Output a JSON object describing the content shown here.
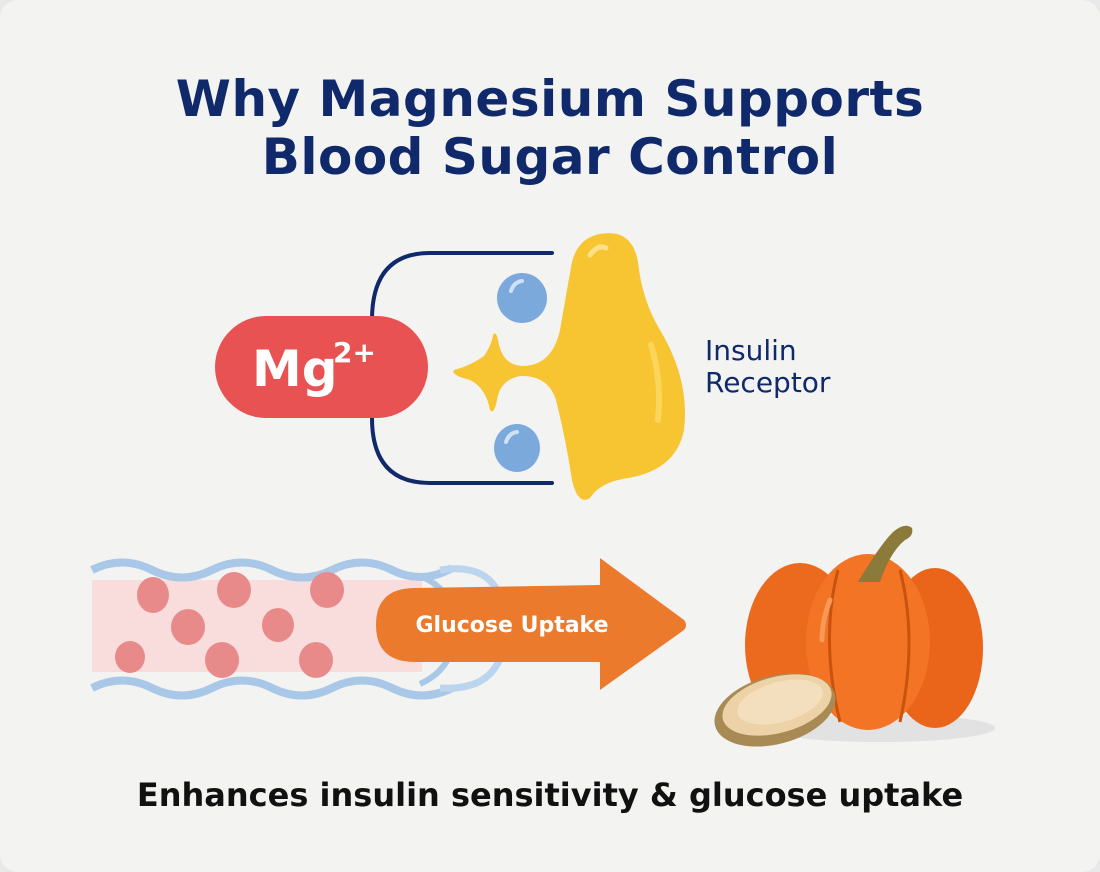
{
  "title": {
    "line1": "Why Magnesium Supports",
    "line2": "Blood Sugar Control"
  },
  "magnesium": {
    "symbol": "Mg",
    "charge": "2+"
  },
  "receptor": {
    "line1": "Insulin",
    "line2": "Receptor"
  },
  "arrow": {
    "label": "Glucose Uptake"
  },
  "caption": "Enhances insulin sensitivity & glucose uptake",
  "colors": {
    "navy": "#10296b",
    "red": "#e85252",
    "yellow": "#f7c531",
    "blue": "#7ba9dc",
    "orange": "#ec7a2d",
    "pumpkin": "#f06a1e"
  }
}
